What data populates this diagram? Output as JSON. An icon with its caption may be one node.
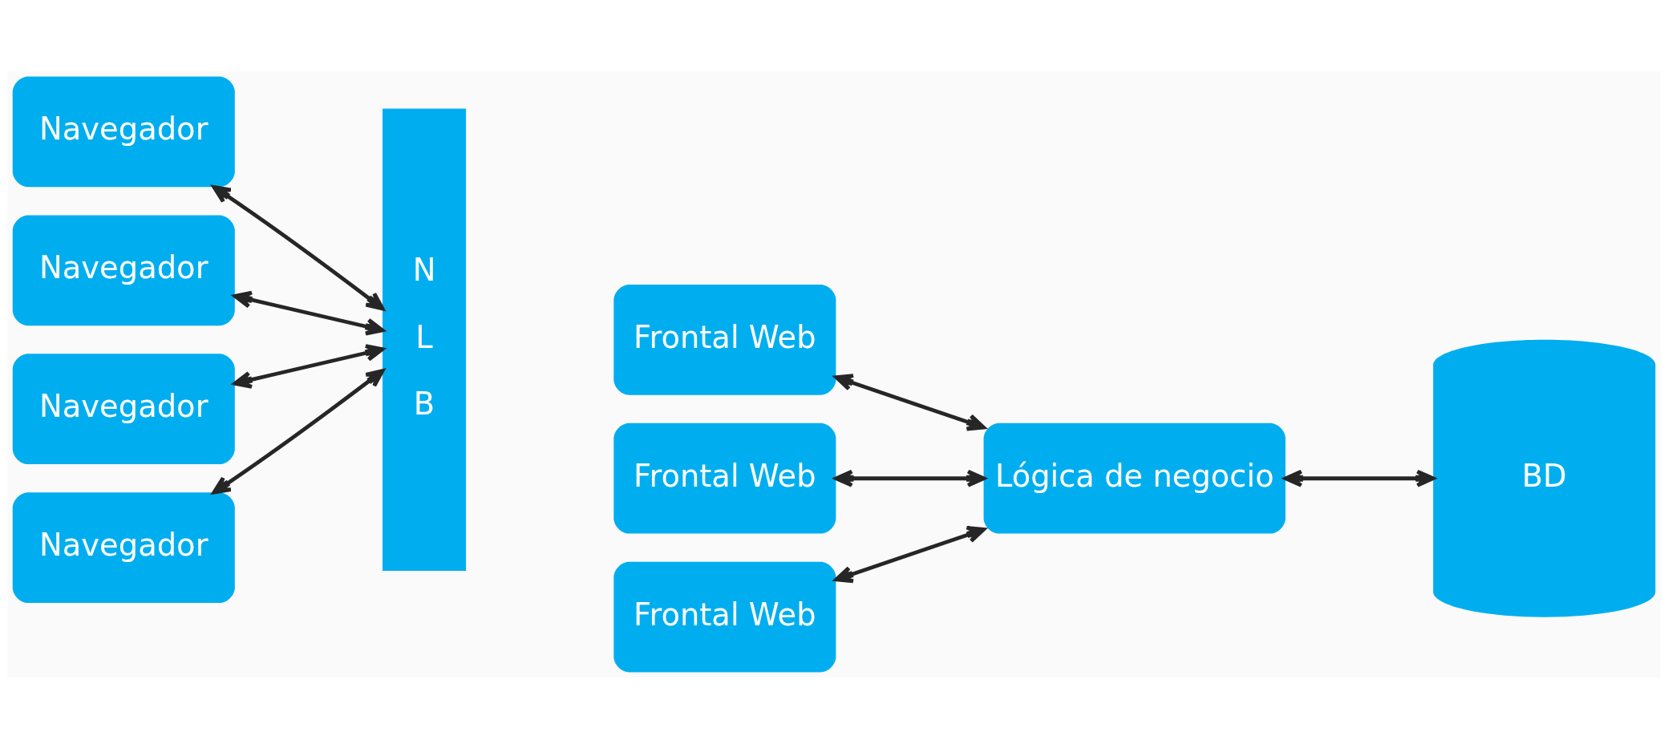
{
  "diagram": {
    "nodes": [
      {
        "text": [
          "Navegador"
        ]
      },
      {
        "text": [
          "Navegador"
        ]
      },
      {
        "text": [
          "Navegador"
        ]
      },
      {
        "text": [
          "Navegador"
        ]
      },
      {
        "text": [
          "N L B"
        ]
      },
      {
        "text": [
          "Frontal Web"
        ]
      },
      {
        "text": [
          "Frontal Web"
        ]
      },
      {
        "text": [
          "Frontal Web"
        ]
      },
      {
        "text": [
          "Lógica de negocio"
        ]
      },
      {
        "text": [
          "BD"
        ]
      }
    ],
    "edges": [
      {
        "from": 0,
        "to": 4,
        "arrow": "both"
      },
      {
        "from": 1,
        "to": 4,
        "arrow": "both"
      },
      {
        "from": 2,
        "to": 4,
        "arrow": "both"
      },
      {
        "from": 3,
        "to": 4,
        "arrow": "both"
      },
      {
        "from": 5,
        "to": 8,
        "arrow": "both"
      },
      {
        "from": 6,
        "to": 8,
        "arrow": "both"
      },
      {
        "from": 7,
        "to": 8,
        "arrow": "both"
      },
      {
        "from": 8,
        "to": 9,
        "arrow": "both"
      }
    ]
  }
}
